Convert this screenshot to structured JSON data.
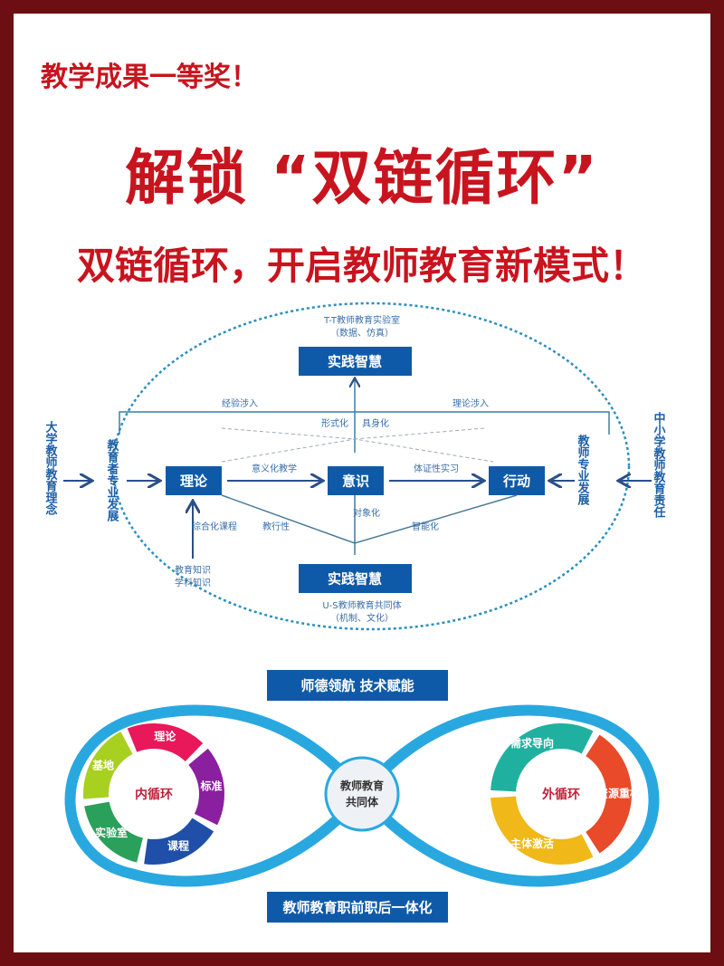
{
  "header": {
    "award": "教学成果一等奖！",
    "headline": "解锁 “双链循环”",
    "subtitle": "双链循环，开启教师教育新模式！"
  },
  "diagram1": {
    "top_caption": "T-T教师教育实验室",
    "top_caption_sub": "（数据、仿真）",
    "top_box": "实践智慧",
    "bottom_box": "实践智慧",
    "bottom_caption": "U-S教师教育共同体",
    "bottom_caption_sub": "（机制、文化）",
    "left_in": "经验涉入",
    "right_in": "理论涉入",
    "formal": "形式化",
    "embodied": "具身化",
    "theory": "理论",
    "awareness": "意识",
    "action": "行动",
    "link_left": "意义化教学",
    "link_right": "体证性实习",
    "diag_left": "教行性",
    "diag_mid": "对象化",
    "diag_right": "智能化",
    "knowledge_1": "教育知识",
    "knowledge_2": "学科知识",
    "knowledge_arrow": "综合化课程",
    "left_side": "教育者专业发展",
    "right_side": "教师专业发展",
    "far_left": "大学教师教育理念",
    "far_right": "中小学教师教育责任"
  },
  "diagram2": {
    "top_banner": "师德领航  技术赋能",
    "bottom_banner": "教师教育职前职后一体化",
    "center": [
      "教师教育",
      "共同体"
    ],
    "inner": {
      "label": "内循环",
      "segments": [
        "理论",
        "标准",
        "课程",
        "实验室",
        "基地"
      ]
    },
    "outer": {
      "label": "外循环",
      "segments": [
        "资源重构",
        "主体激活",
        "需求导向"
      ]
    },
    "colors": {
      "inner": [
        "#e8185a",
        "#8a1fa0",
        "#1f4fa8",
        "#2aa05a",
        "#a8d020"
      ],
      "outer": [
        "#e84a2a",
        "#f0b818",
        "#20b0a0"
      ],
      "loop": "#29a8e0",
      "box": "#0f5aa8"
    }
  }
}
